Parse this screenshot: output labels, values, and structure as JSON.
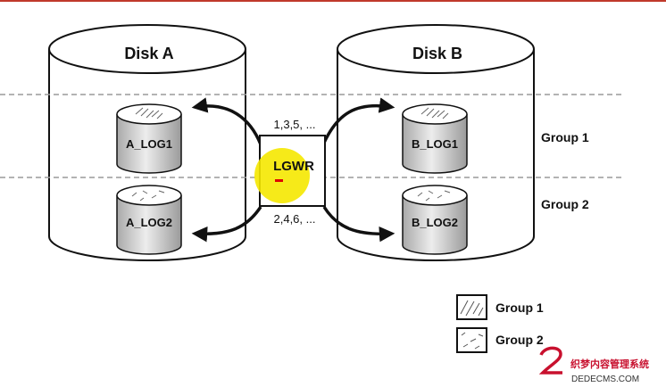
{
  "disks": {
    "a": {
      "title": "Disk A",
      "log1": "A_LOG1",
      "log2": "A_LOG2"
    },
    "b": {
      "title": "Disk B",
      "log1": "B_LOG1",
      "log2": "B_LOG2"
    }
  },
  "writer": {
    "label": "LGWR",
    "top_sequence": "1,3,5, ...",
    "bottom_sequence": "2,4,6, ..."
  },
  "groups": {
    "group1": "Group 1",
    "group2": "Group 2"
  },
  "legend": {
    "group1": "Group 1",
    "group2": "Group 2"
  },
  "watermark": {
    "site_name": "织梦内容管理系统",
    "site_url": "DEDECMS.COM"
  },
  "colors": {
    "top_border": "#c0392b",
    "highlight": "#f5e800",
    "cursor_mark": "#e00000",
    "cylinder_fill": "#d9d9d9",
    "watermark_logo": "#c8102e"
  }
}
